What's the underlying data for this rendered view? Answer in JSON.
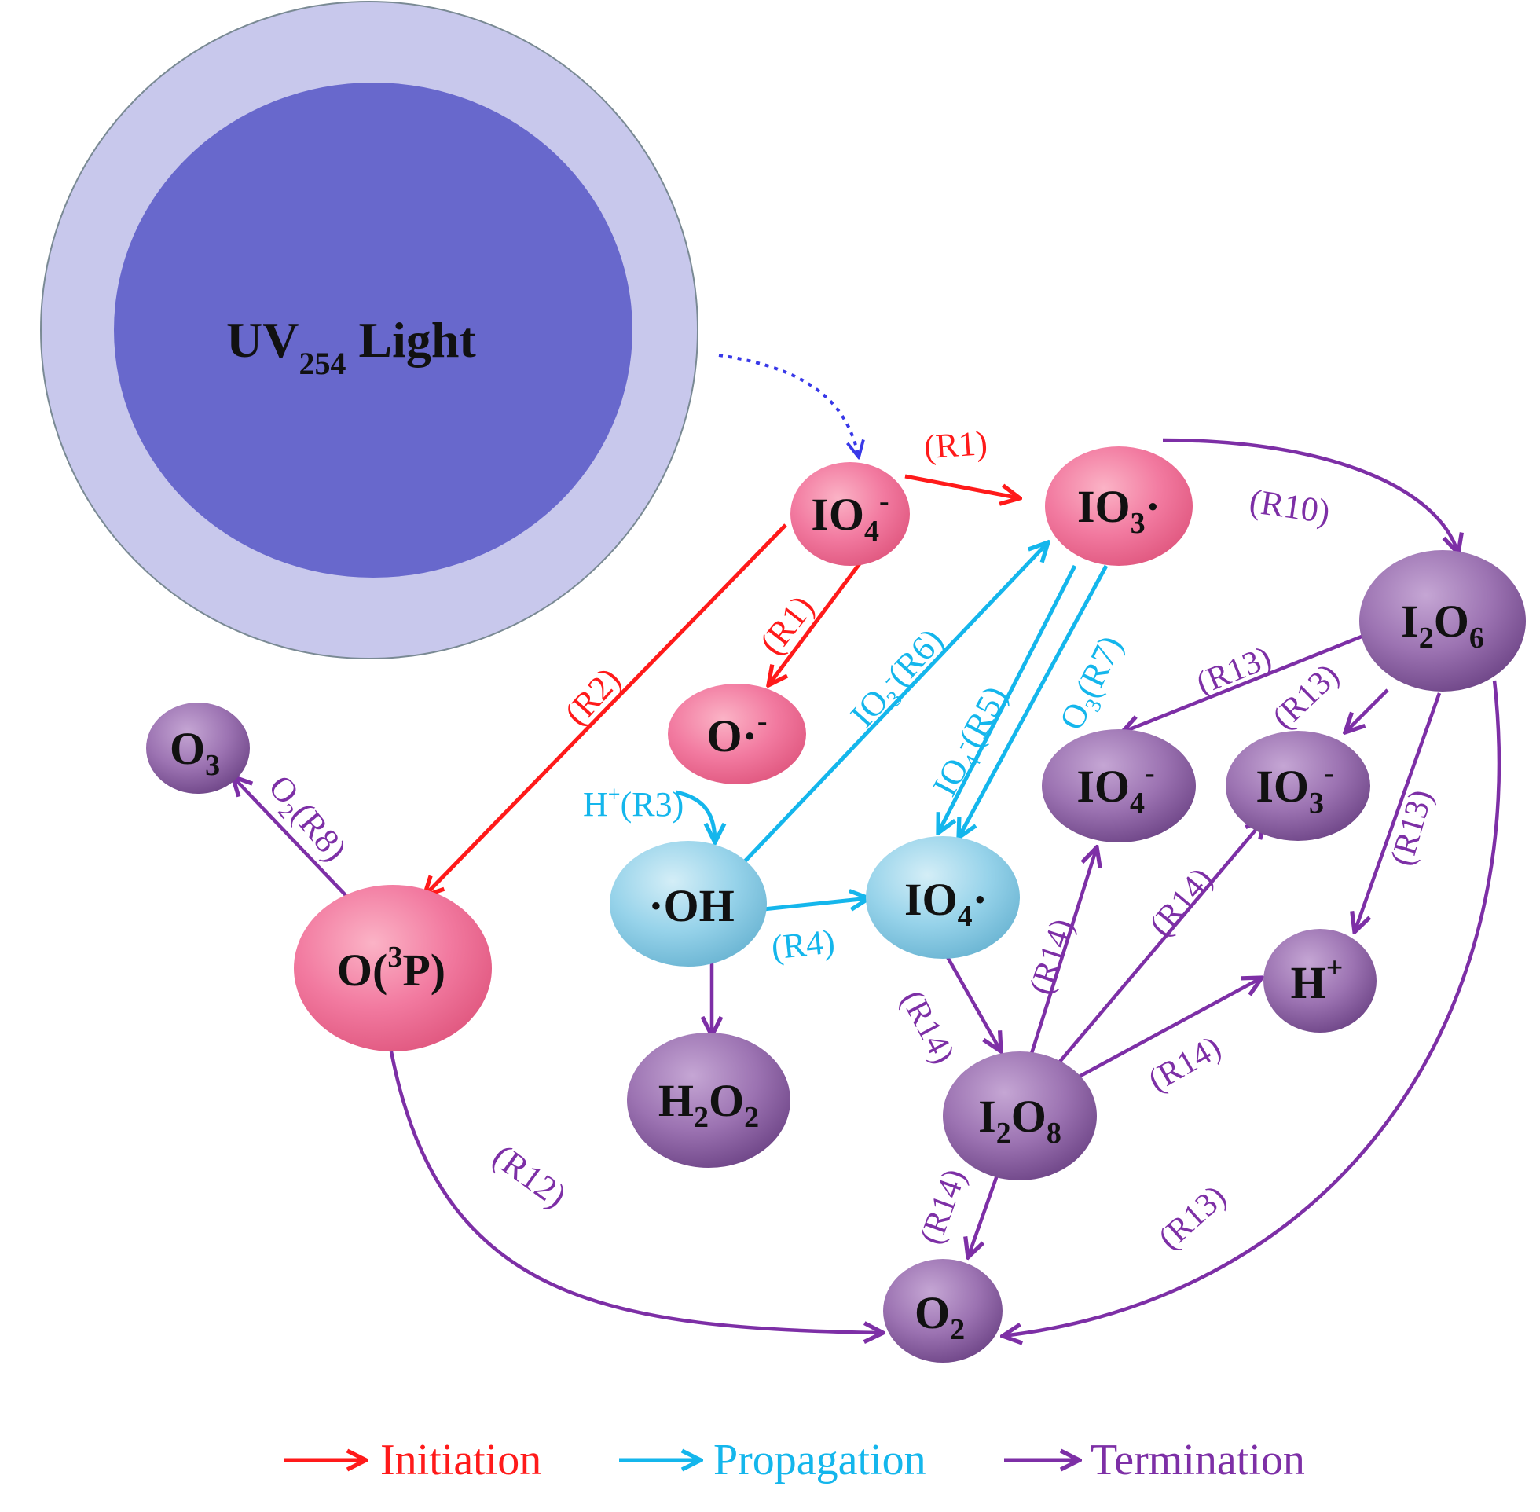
{
  "colors": {
    "initiation": "#ff1a1a",
    "propagation": "#14b6ec",
    "termination": "#7d2fa6",
    "uv_outer": "#c8c8ec",
    "uv_inner": "#6868cc"
  },
  "uv": {
    "main": "UV",
    "sub": "254",
    "tail": " Light"
  },
  "nodes": {
    "io4_top": {
      "main": "IO",
      "sub": "4",
      "sup": "-"
    },
    "io3_radical": {
      "main": "IO",
      "sub": "3",
      "tail": "·"
    },
    "o_radical": {
      "main": "O·",
      "sup": "-"
    },
    "o3": {
      "main": "O",
      "sub": "3"
    },
    "o3p": {
      "pre": "O(",
      "sup": "3",
      "post": "P)"
    },
    "oh": {
      "main": "·OH"
    },
    "io4_radical": {
      "main": "IO",
      "sub": "4",
      "tail": "·"
    },
    "h2o2": {
      "a": "H",
      "sub1": "2",
      "b": "O",
      "sub2": "2"
    },
    "i2o6": {
      "a": "I",
      "sub1": "2",
      "b": "O",
      "sub2": "6"
    },
    "io4_minus": {
      "main": "IO",
      "sub": "4",
      "sup": "-"
    },
    "io3_minus": {
      "main": "IO",
      "sub": "3",
      "sup": "-"
    },
    "h_plus": {
      "main": "H",
      "sup": "+"
    },
    "i2o8": {
      "a": "I",
      "sub1": "2",
      "b": "O",
      "sub2": "8"
    },
    "o2": {
      "main": "O",
      "sub": "2"
    }
  },
  "labels": {
    "r1_top": "(R1)",
    "r1_down": "(R1)",
    "r2": "(R2)",
    "r3": {
      "pre": "H",
      "sup": "+",
      "post": "(R3)"
    },
    "r4": "(R4)",
    "r5": {
      "pre": "IO",
      "sub": "4",
      "sup": "-",
      "post": "(R5)"
    },
    "r6": {
      "pre": "IO",
      "sub": "3",
      "sup": "-",
      "post": "(R6)"
    },
    "r7": {
      "pre": "O",
      "sub": "3",
      "post": "(R7)"
    },
    "r8": {
      "pre": "O",
      "sub": "2",
      "post": "(R8)"
    },
    "r10": "(R10)",
    "r12": "(R12)",
    "r13_a": "(R13)",
    "r13_b": "(R13)",
    "r13_c": "(R13)",
    "r13_d": "(R13)",
    "r14_a": "(R14)",
    "r14_b": "(R14)",
    "r14_c": "(R14)",
    "r14_d": "(R14)",
    "r14_e": "(R14)"
  },
  "legend": {
    "initiation": "Initiation",
    "propagation": "Propagation",
    "termination": "Termination"
  }
}
